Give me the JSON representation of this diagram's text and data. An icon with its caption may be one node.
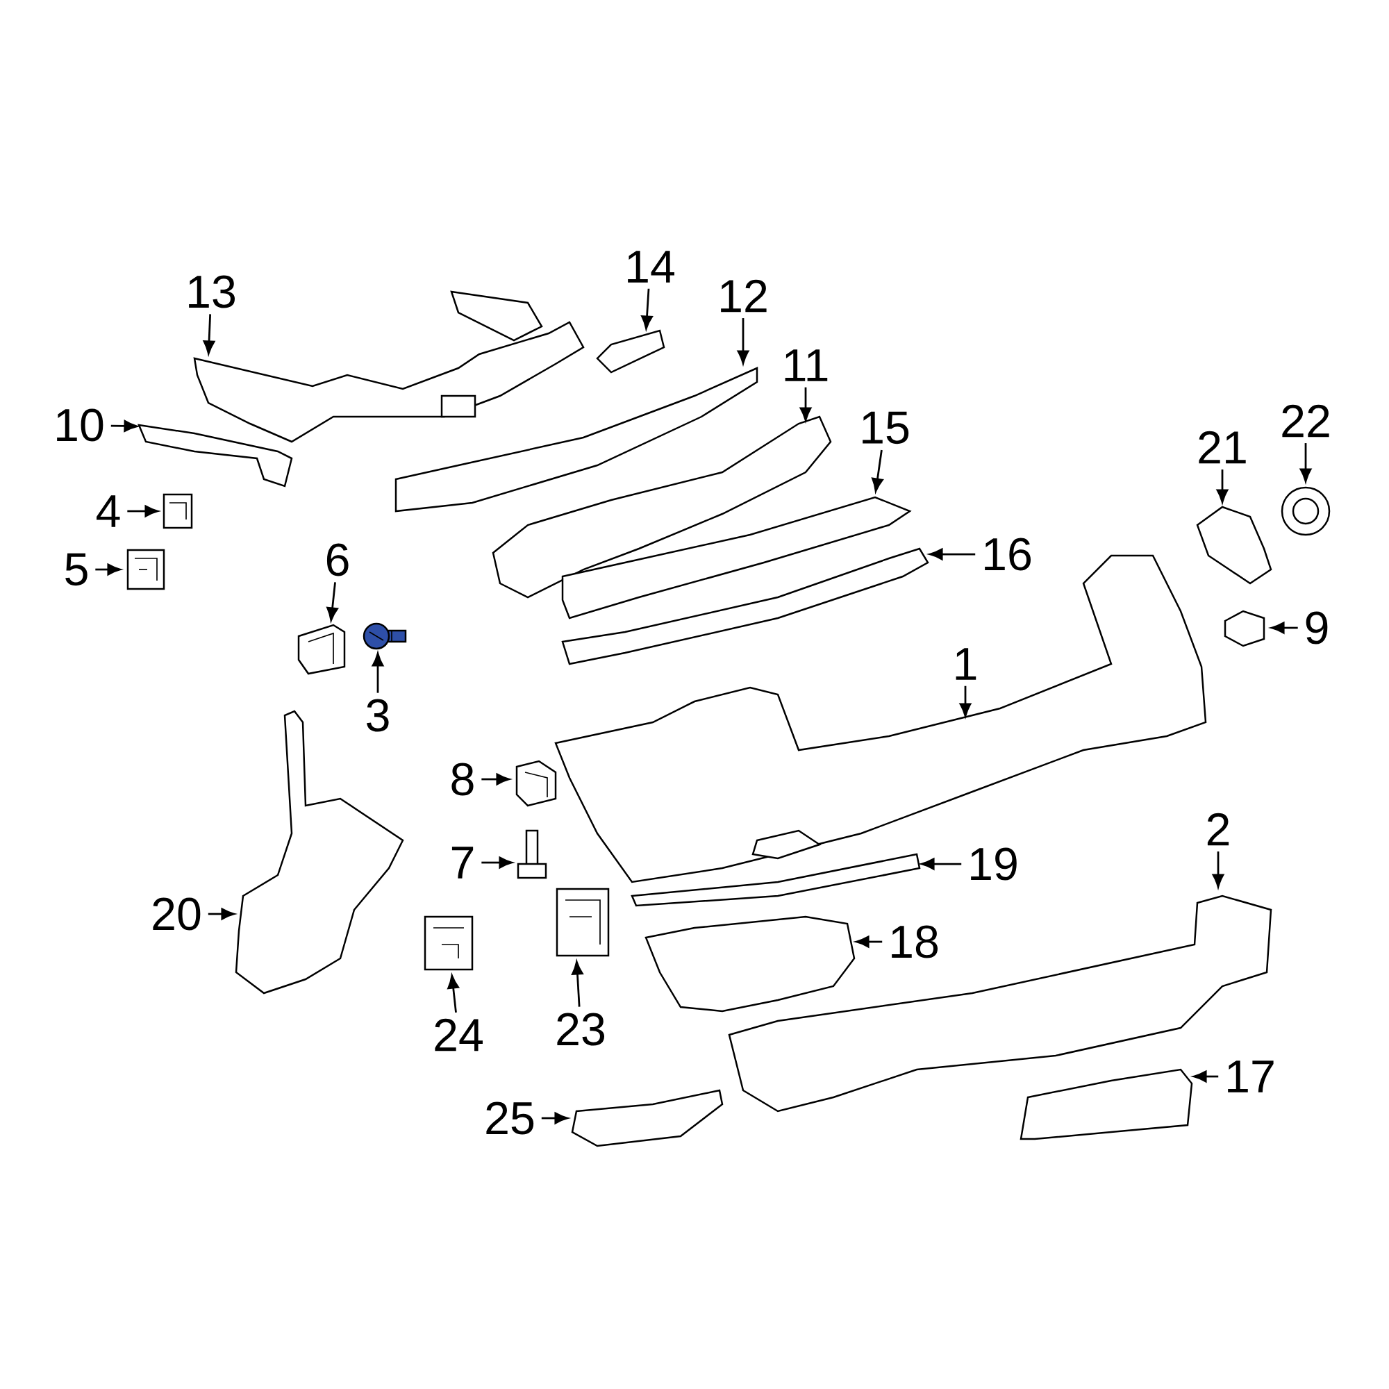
{
  "diagram": {
    "nodes": [
      {
        "text": [
          "13"
        ]
      },
      {
        "text": [
          "14"
        ]
      },
      {
        "text": [
          "12"
        ]
      },
      {
        "text": [
          "11"
        ]
      },
      {
        "text": [
          "10"
        ]
      },
      {
        "text": [
          "15"
        ]
      },
      {
        "text": [
          "22"
        ]
      },
      {
        "text": [
          "21"
        ]
      },
      {
        "text": [
          "4"
        ]
      },
      {
        "text": [
          "16"
        ]
      },
      {
        "text": [
          "5"
        ]
      },
      {
        "text": [
          "6"
        ]
      },
      {
        "text": [
          "9"
        ]
      },
      {
        "text": [
          "3"
        ]
      },
      {
        "text": [
          "1"
        ]
      },
      {
        "text": [
          "8"
        ]
      },
      {
        "text": [
          "2"
        ]
      },
      {
        "text": [
          "7"
        ]
      },
      {
        "text": [
          "19"
        ]
      },
      {
        "text": [
          "20"
        ]
      },
      {
        "text": [
          "18"
        ]
      },
      {
        "text": [
          "24"
        ]
      },
      {
        "text": [
          "23"
        ]
      },
      {
        "text": [
          "17"
        ]
      },
      {
        "text": [
          "25"
        ]
      },
      {
        "text": [],
        "shape": "picture"
      },
      {
        "text": [],
        "shape": "picture"
      },
      {
        "text": [],
        "shape": "picture"
      },
      {
        "text": [],
        "shape": "picture"
      },
      {
        "text": [],
        "shape": "picture"
      },
      {
        "text": [],
        "shape": "picture"
      },
      {
        "text": [],
        "shape": "picture"
      },
      {
        "text": [],
        "shape": "picture"
      },
      {
        "text": [],
        "shape": "picture"
      },
      {
        "text": [],
        "shape": "picture"
      },
      {
        "text": [],
        "shape": "picture"
      },
      {
        "text": [],
        "shape": "picture"
      },
      {
        "text": [],
        "shape": "picture"
      },
      {
        "text": [],
        "shape": "picture"
      },
      {
        "text": [],
        "shape": "picture"
      },
      {
        "text": [],
        "shape": "picture"
      },
      {
        "text": [],
        "shape": "picture"
      },
      {
        "text": [],
        "shape": "picture"
      },
      {
        "text": [],
        "shape": "picture"
      },
      {
        "text": [],
        "shape": "picture"
      },
      {
        "text": [],
        "shape": "picture"
      },
      {
        "text": [],
        "shape": "picture"
      },
      {
        "text": [],
        "shape": "picture"
      },
      {
        "text": [],
        "shape": "picture"
      },
      {
        "text": [],
        "shape": "picture"
      }
    ],
    "edges": [
      {
        "from": 0,
        "to": 25,
        "arrow": "to"
      },
      {
        "from": 1,
        "to": 26,
        "arrow": "to"
      },
      {
        "from": 2,
        "to": 27,
        "arrow": "to"
      },
      {
        "from": 3,
        "to": 28,
        "arrow": "to"
      },
      {
        "from": 4,
        "to": 29,
        "arrow": "to"
      },
      {
        "from": 5,
        "to": 30,
        "arrow": "to"
      },
      {
        "from": 6,
        "to": 31,
        "arrow": "to"
      },
      {
        "from": 7,
        "to": 32,
        "arrow": "to"
      },
      {
        "from": 8,
        "to": 33,
        "arrow": "to"
      },
      {
        "from": 9,
        "to": 34,
        "arrow": "to"
      },
      {
        "from": 10,
        "to": 35,
        "arrow": "to"
      },
      {
        "from": 11,
        "to": 36,
        "arrow": "to"
      },
      {
        "from": 12,
        "to": 37,
        "arrow": "to"
      },
      {
        "from": 13,
        "to": 38,
        "arrow": "to"
      },
      {
        "from": 14,
        "to": 39,
        "arrow": "to"
      },
      {
        "from": 15,
        "to": 40,
        "arrow": "to"
      },
      {
        "from": 16,
        "to": 41,
        "arrow": "to"
      },
      {
        "from": 17,
        "to": 42,
        "arrow": "to"
      },
      {
        "from": 18,
        "to": 43,
        "arrow": "to"
      },
      {
        "from": 19,
        "to": 44,
        "arrow": "to"
      },
      {
        "from": 20,
        "to": 45,
        "arrow": "to"
      },
      {
        "from": 21,
        "to": 46,
        "arrow": "to"
      },
      {
        "from": 22,
        "to": 47,
        "arrow": "to"
      },
      {
        "from": 23,
        "to": 48,
        "arrow": "to"
      },
      {
        "from": 24,
        "to": 49,
        "arrow": "to"
      }
    ]
  }
}
